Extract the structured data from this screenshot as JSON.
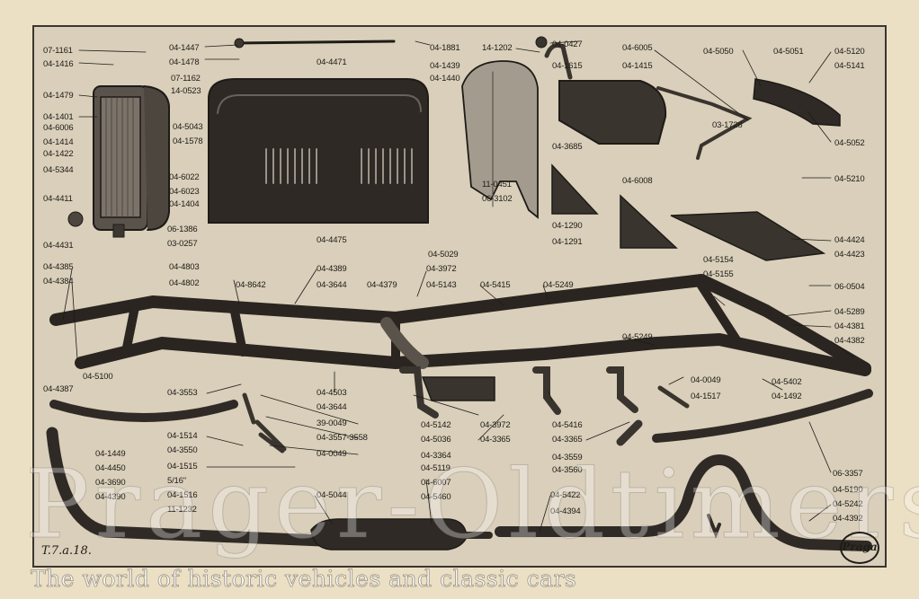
{
  "plate": {
    "id": "T.7.a.18.",
    "logo": "Praga"
  },
  "watermark": {
    "text": "Prager-Oldtimers.com",
    "tagline": "The world of historic vehicles and classic cars"
  },
  "labels": [
    "07-1161",
    "04-1416",
    "04-1479",
    "04-1401",
    "04-6006",
    "04-1414",
    "04-1422",
    "04-5344",
    "04-4411",
    "04-4431",
    "04-1447",
    "04-1478",
    "07-1162",
    "14-0523",
    "04-5043",
    "04-1578",
    "04-4471",
    "04-6022",
    "04-6023",
    "04-1404",
    "04-4475",
    "06-1386",
    "03-0257",
    "04-1881",
    "04-1439",
    "04-1440",
    "14-1202",
    "04-0427",
    "04-1615",
    "04-6005",
    "04-1415",
    "04-3685",
    "04-6008",
    "04-1290",
    "04-1291",
    "11-0451",
    "06-3102",
    "04-5050",
    "04-5051",
    "04-5120",
    "04-5141",
    "04-5052",
    "04-5210",
    "04-4424",
    "04-4423",
    "06-0504",
    "03-1728",
    "04-5029",
    "04-4385",
    "04-4384",
    "04-4803",
    "04-4802",
    "04-8642",
    "04-4389",
    "04-3644",
    "04-4379",
    "04-3972",
    "04-5143",
    "04-5415",
    "04-5249",
    "04-5154",
    "04-5155",
    "04-5289",
    "04-4381",
    "04-4382",
    "04-5100",
    "04-4387",
    "04-5249",
    "04-3553",
    "04-4503",
    "04-3644",
    "39-0049",
    "04-3557-3558",
    "04-0049",
    "04-1514",
    "04-3550",
    "04-1515",
    "5/16\"",
    "04-1516",
    "11-1232",
    "04-1449",
    "04-4450",
    "04-3690",
    "04-4390",
    "04-5044",
    "04-5142",
    "04-5036",
    "04-3972",
    "04-3365",
    "04-3364",
    "04-5119",
    "04-6007",
    "04-5460",
    "04-5416",
    "04-3365",
    "04-3559",
    "04-3560",
    "04-0049",
    "04-1517",
    "04-5402",
    "04-1492",
    "06-3357",
    "04-5190",
    "04-5242",
    "04-4392",
    "04-5422",
    "04-4394"
  ]
}
